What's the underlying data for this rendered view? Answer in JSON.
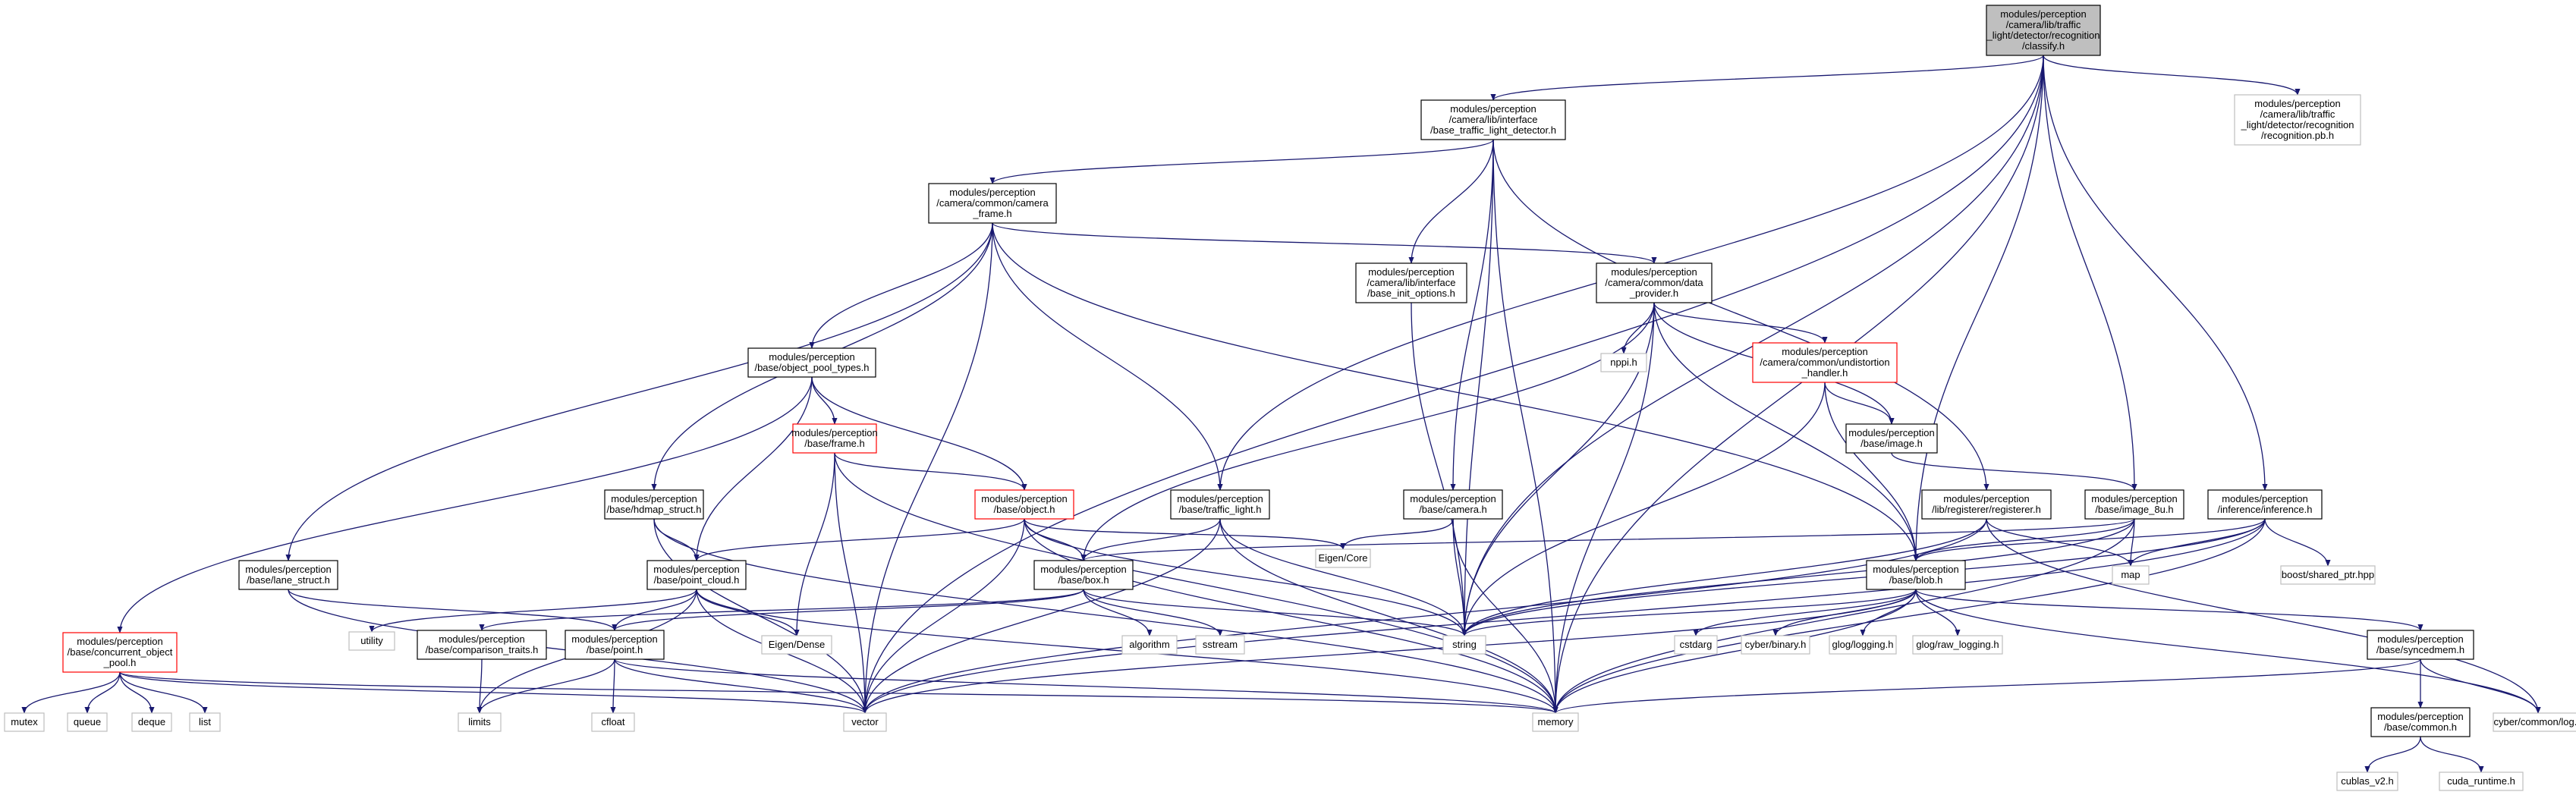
{
  "colors": {
    "edge": "#191970",
    "root_fill": "#bfbfbf",
    "node_border": "#000000",
    "missing_border": "#ff0000",
    "external_border": "#bfbfbf",
    "text": "#000000"
  },
  "nodes": [
    {
      "id": "classify",
      "kind": "root",
      "label": [
        "modules/perception",
        "/camera/lib/traffic",
        "_light/detector/recognition",
        "/classify.h"
      ]
    },
    {
      "id": "base_tl_detector",
      "kind": "normal",
      "label": [
        "modules/perception",
        "/camera/lib/interface",
        "/base_traffic_light_detector.h"
      ]
    },
    {
      "id": "recognition_pb",
      "kind": "external",
      "label": [
        "modules/perception",
        "/camera/lib/traffic",
        "_light/detector/recognition",
        "/recognition.pb.h"
      ]
    },
    {
      "id": "camera_frame",
      "kind": "normal",
      "label": [
        "modules/perception",
        "/camera/common/camera",
        "_frame.h"
      ]
    },
    {
      "id": "base_init_options",
      "kind": "normal",
      "label": [
        "modules/perception",
        "/camera/lib/interface",
        "/base_init_options.h"
      ]
    },
    {
      "id": "data_provider",
      "kind": "normal",
      "label": [
        "modules/perception",
        "/camera/common/data",
        "_provider.h"
      ]
    },
    {
      "id": "object_pool_types",
      "kind": "normal",
      "label": [
        "modules/perception",
        "/base/object_pool_types.h"
      ]
    },
    {
      "id": "nppi",
      "kind": "external",
      "label": [
        "nppi.h"
      ]
    },
    {
      "id": "undistortion_handler",
      "kind": "missing",
      "label": [
        "modules/perception",
        "/camera/common/undistortion",
        "_handler.h"
      ]
    },
    {
      "id": "frame",
      "kind": "missing",
      "label": [
        "modules/perception",
        "/base/frame.h"
      ]
    },
    {
      "id": "base_image",
      "kind": "normal",
      "label": [
        "modules/perception",
        "/base/image.h"
      ]
    },
    {
      "id": "hdmap_struct",
      "kind": "normal",
      "label": [
        "modules/perception",
        "/base/hdmap_struct.h"
      ]
    },
    {
      "id": "object",
      "kind": "missing",
      "label": [
        "modules/perception",
        "/base/object.h"
      ]
    },
    {
      "id": "traffic_light",
      "kind": "normal",
      "label": [
        "modules/perception",
        "/base/traffic_light.h"
      ]
    },
    {
      "id": "camera",
      "kind": "normal",
      "label": [
        "modules/perception",
        "/base/camera.h"
      ]
    },
    {
      "id": "registerer",
      "kind": "normal",
      "label": [
        "modules/perception",
        "/lib/registerer/registerer.h"
      ]
    },
    {
      "id": "image_8u",
      "kind": "normal",
      "label": [
        "modules/perception",
        "/base/image_8u.h"
      ]
    },
    {
      "id": "inference",
      "kind": "normal",
      "label": [
        "modules/perception",
        "/inference/inference.h"
      ]
    },
    {
      "id": "lane_struct",
      "kind": "normal",
      "label": [
        "modules/perception",
        "/base/lane_struct.h"
      ]
    },
    {
      "id": "point_cloud",
      "kind": "normal",
      "label": [
        "modules/perception",
        "/base/point_cloud.h"
      ]
    },
    {
      "id": "box",
      "kind": "normal",
      "label": [
        "modules/perception",
        "/base/box.h"
      ]
    },
    {
      "id": "eigen_core",
      "kind": "external",
      "label": [
        "Eigen/Core"
      ]
    },
    {
      "id": "blob",
      "kind": "normal",
      "label": [
        "modules/perception",
        "/base/blob.h"
      ]
    },
    {
      "id": "map",
      "kind": "external",
      "label": [
        "map"
      ]
    },
    {
      "id": "boost_shared_ptr",
      "kind": "external",
      "label": [
        "boost/shared_ptr.hpp"
      ]
    },
    {
      "id": "concurrent_object_pool",
      "kind": "missing",
      "label": [
        "modules/perception",
        "/base/concurrent_object",
        "_pool.h"
      ]
    },
    {
      "id": "utility",
      "kind": "external",
      "label": [
        "utility"
      ]
    },
    {
      "id": "comparison_traits",
      "kind": "normal",
      "label": [
        "modules/perception",
        "/base/comparison_traits.h"
      ]
    },
    {
      "id": "point",
      "kind": "normal",
      "label": [
        "modules/perception",
        "/base/point.h"
      ]
    },
    {
      "id": "eigen_dense",
      "kind": "external",
      "label": [
        "Eigen/Dense"
      ]
    },
    {
      "id": "algorithm",
      "kind": "external",
      "label": [
        "algorithm"
      ]
    },
    {
      "id": "sstream",
      "kind": "external",
      "label": [
        "sstream"
      ]
    },
    {
      "id": "string",
      "kind": "external",
      "label": [
        "string"
      ]
    },
    {
      "id": "cstdarg",
      "kind": "external",
      "label": [
        "cstdarg"
      ]
    },
    {
      "id": "cyber_binary",
      "kind": "external",
      "label": [
        "cyber/binary.h"
      ]
    },
    {
      "id": "glog_logging",
      "kind": "external",
      "label": [
        "glog/logging.h"
      ]
    },
    {
      "id": "glog_raw_logging",
      "kind": "external",
      "label": [
        "glog/raw_logging.h"
      ]
    },
    {
      "id": "syncedmem",
      "kind": "normal",
      "label": [
        "modules/perception",
        "/base/syncedmem.h"
      ]
    },
    {
      "id": "mutex",
      "kind": "external",
      "label": [
        "mutex"
      ]
    },
    {
      "id": "queue",
      "kind": "external",
      "label": [
        "queue"
      ]
    },
    {
      "id": "deque",
      "kind": "external",
      "label": [
        "deque"
      ]
    },
    {
      "id": "list",
      "kind": "external",
      "label": [
        "list"
      ]
    },
    {
      "id": "limits",
      "kind": "external",
      "label": [
        "limits"
      ]
    },
    {
      "id": "vector",
      "kind": "external",
      "label": [
        "vector"
      ]
    },
    {
      "id": "cfloat",
      "kind": "external",
      "label": [
        "cfloat"
      ]
    },
    {
      "id": "memory",
      "kind": "external",
      "label": [
        "memory"
      ]
    },
    {
      "id": "common",
      "kind": "normal",
      "label": [
        "modules/perception",
        "/base/common.h"
      ]
    },
    {
      "id": "cyber_log",
      "kind": "external",
      "label": [
        "cyber/common/log.h"
      ]
    },
    {
      "id": "cublas",
      "kind": "external",
      "label": [
        "cublas_v2.h"
      ]
    },
    {
      "id": "cuda_runtime",
      "kind": "external",
      "label": [
        "cuda_runtime.h"
      ]
    }
  ],
  "edges": [
    [
      "classify",
      "base_tl_detector"
    ],
    [
      "classify",
      "recognition_pb"
    ],
    [
      "classify",
      "traffic_light"
    ],
    [
      "classify",
      "string"
    ],
    [
      "classify",
      "vector"
    ],
    [
      "classify",
      "memory"
    ],
    [
      "classify",
      "blob"
    ],
    [
      "classify",
      "image_8u"
    ],
    [
      "classify",
      "inference"
    ],
    [
      "base_tl_detector",
      "camera_frame"
    ],
    [
      "base_tl_detector",
      "base_init_options"
    ],
    [
      "base_tl_detector",
      "camera"
    ],
    [
      "base_tl_detector",
      "registerer"
    ],
    [
      "base_tl_detector",
      "string"
    ],
    [
      "base_tl_detector",
      "memory"
    ],
    [
      "camera_frame",
      "data_provider"
    ],
    [
      "camera_frame",
      "object_pool_types"
    ],
    [
      "camera_frame",
      "hdmap_struct"
    ],
    [
      "camera_frame",
      "lane_struct"
    ],
    [
      "camera_frame",
      "traffic_light"
    ],
    [
      "camera_frame",
      "vector"
    ],
    [
      "camera_frame",
      "blob"
    ],
    [
      "base_init_options",
      "string"
    ],
    [
      "data_provider",
      "nppi"
    ],
    [
      "data_provider",
      "undistortion_handler"
    ],
    [
      "data_provider",
      "base_image"
    ],
    [
      "data_provider",
      "box"
    ],
    [
      "data_provider",
      "blob"
    ],
    [
      "data_provider",
      "string"
    ],
    [
      "data_provider",
      "memory"
    ],
    [
      "object_pool_types",
      "frame"
    ],
    [
      "object_pool_types",
      "object"
    ],
    [
      "object_pool_types",
      "concurrent_object_pool"
    ],
    [
      "object_pool_types",
      "point_cloud"
    ],
    [
      "undistortion_handler",
      "base_image"
    ],
    [
      "undistortion_handler",
      "blob"
    ],
    [
      "undistortion_handler",
      "string"
    ],
    [
      "frame",
      "object"
    ],
    [
      "frame",
      "eigen_dense"
    ],
    [
      "frame",
      "vector"
    ],
    [
      "frame",
      "memory"
    ],
    [
      "base_image",
      "image_8u"
    ],
    [
      "hdmap_struct",
      "point_cloud"
    ],
    [
      "hdmap_struct",
      "vector"
    ],
    [
      "hdmap_struct",
      "memory"
    ],
    [
      "object",
      "point_cloud"
    ],
    [
      "object",
      "box"
    ],
    [
      "object",
      "eigen_core"
    ],
    [
      "object",
      "string"
    ],
    [
      "object",
      "vector"
    ],
    [
      "object",
      "memory"
    ],
    [
      "traffic_light",
      "box"
    ],
    [
      "traffic_light",
      "string"
    ],
    [
      "traffic_light",
      "vector"
    ],
    [
      "traffic_light",
      "memory"
    ],
    [
      "camera",
      "eigen_core"
    ],
    [
      "camera",
      "string"
    ],
    [
      "camera",
      "memory"
    ],
    [
      "registerer",
      "map"
    ],
    [
      "registerer",
      "string"
    ],
    [
      "registerer",
      "vector"
    ],
    [
      "registerer",
      "cyber_log"
    ],
    [
      "image_8u",
      "blob"
    ],
    [
      "image_8u",
      "box"
    ],
    [
      "image_8u",
      "map"
    ],
    [
      "image_8u",
      "string"
    ],
    [
      "image_8u",
      "memory"
    ],
    [
      "inference",
      "blob"
    ],
    [
      "inference",
      "boost_shared_ptr"
    ],
    [
      "inference",
      "map"
    ],
    [
      "inference",
      "string"
    ],
    [
      "inference",
      "vector"
    ],
    [
      "inference",
      "memory"
    ],
    [
      "lane_struct",
      "point"
    ],
    [
      "lane_struct",
      "vector"
    ],
    [
      "point_cloud",
      "point"
    ],
    [
      "point_cloud",
      "eigen_dense"
    ],
    [
      "point_cloud",
      "utility"
    ],
    [
      "point_cloud",
      "limits"
    ],
    [
      "point_cloud",
      "vector"
    ],
    [
      "point_cloud",
      "memory"
    ],
    [
      "box",
      "comparison_traits"
    ],
    [
      "box",
      "point"
    ],
    [
      "box",
      "algorithm"
    ],
    [
      "box",
      "sstream"
    ],
    [
      "box",
      "string"
    ],
    [
      "blob",
      "syncedmem"
    ],
    [
      "blob",
      "cstdarg"
    ],
    [
      "blob",
      "cyber_binary"
    ],
    [
      "blob",
      "glog_logging"
    ],
    [
      "blob",
      "glog_raw_logging"
    ],
    [
      "blob",
      "string"
    ],
    [
      "blob",
      "vector"
    ],
    [
      "blob",
      "memory"
    ],
    [
      "blob",
      "cyber_log"
    ],
    [
      "concurrent_object_pool",
      "mutex"
    ],
    [
      "concurrent_object_pool",
      "queue"
    ],
    [
      "concurrent_object_pool",
      "deque"
    ],
    [
      "concurrent_object_pool",
      "list"
    ],
    [
      "concurrent_object_pool",
      "vector"
    ],
    [
      "concurrent_object_pool",
      "memory"
    ],
    [
      "comparison_traits",
      "limits"
    ],
    [
      "point",
      "limits"
    ],
    [
      "point",
      "cfloat"
    ],
    [
      "point",
      "vector"
    ],
    [
      "point",
      "memory"
    ],
    [
      "syncedmem",
      "common"
    ],
    [
      "syncedmem",
      "memory"
    ],
    [
      "syncedmem",
      "cyber_log"
    ],
    [
      "common",
      "cublas"
    ],
    [
      "common",
      "cuda_runtime"
    ]
  ]
}
